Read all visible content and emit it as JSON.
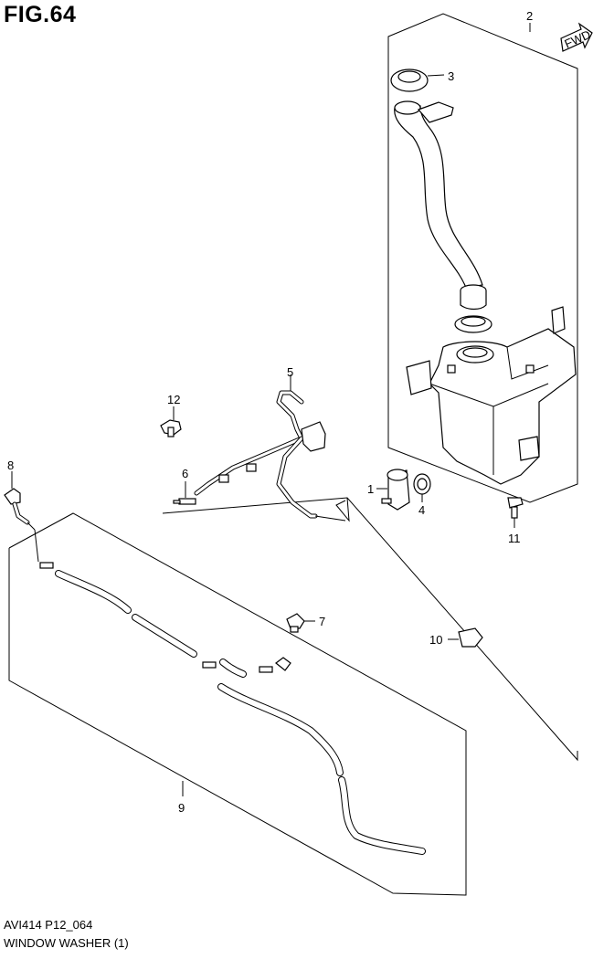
{
  "figure": {
    "title": "FIG.64",
    "code": "AVI414 P12_064",
    "name": "WINDOW WASHER (1)",
    "direction_label": "FWD"
  },
  "callouts": {
    "c1": "1",
    "c2": "2",
    "c3": "3",
    "c4": "4",
    "c5": "5",
    "c6": "6",
    "c7": "7",
    "c8": "8",
    "c9": "9",
    "c10": "10",
    "c11": "11",
    "c12": "12"
  }
}
